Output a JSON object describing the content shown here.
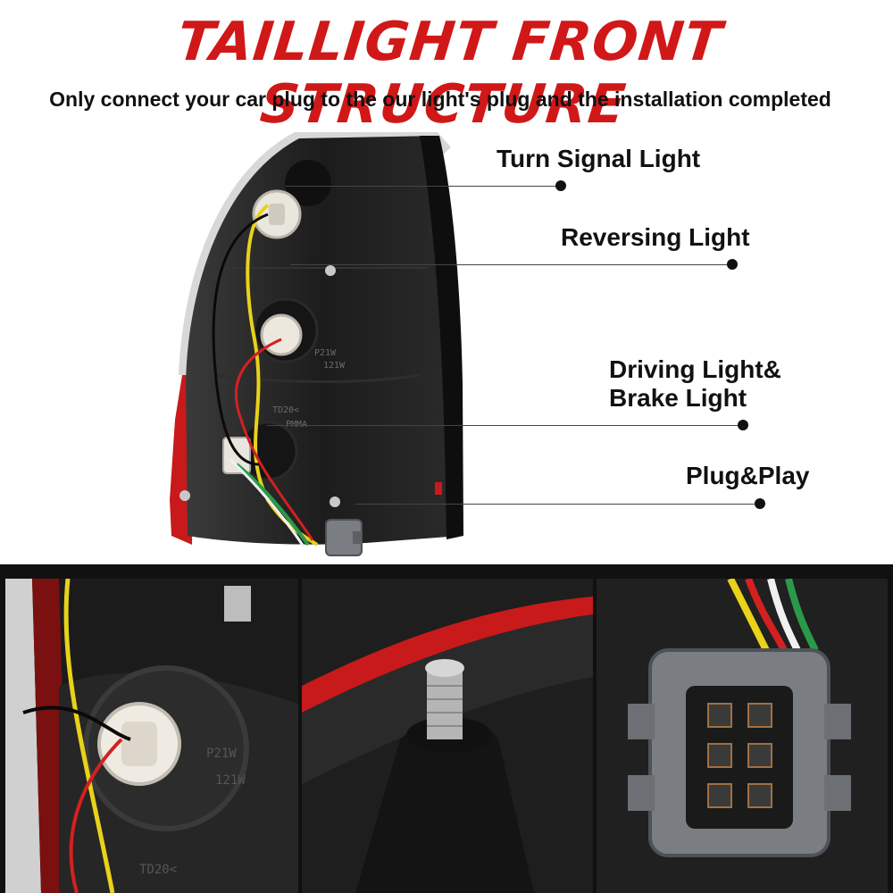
{
  "header": {
    "title": "TAILLIGHT FRONT STRUCTURE",
    "subtitle": "Only connect your car plug to the our light's plug and the installation completed"
  },
  "callouts": [
    {
      "label": "Turn Signal Light"
    },
    {
      "label": "Reversing Light"
    },
    {
      "label_line1": "Driving Light&",
      "label_line2": "Brake Light"
    },
    {
      "label": "Plug&Play"
    }
  ],
  "housing_markings": {
    "p21w": "P21W",
    "w21w": "121W",
    "code1": "TD20<",
    "code2": "PMMA"
  },
  "colors": {
    "title_red": "#d01818",
    "housing": "#1e1e1e",
    "lens_red": "#c81a1a",
    "wire_yellow": "#e8d21a",
    "wire_red": "#d42020",
    "wire_green": "#2a9a4a",
    "wire_white": "#f0f0f0",
    "connector_gray": "#7a7e82"
  }
}
